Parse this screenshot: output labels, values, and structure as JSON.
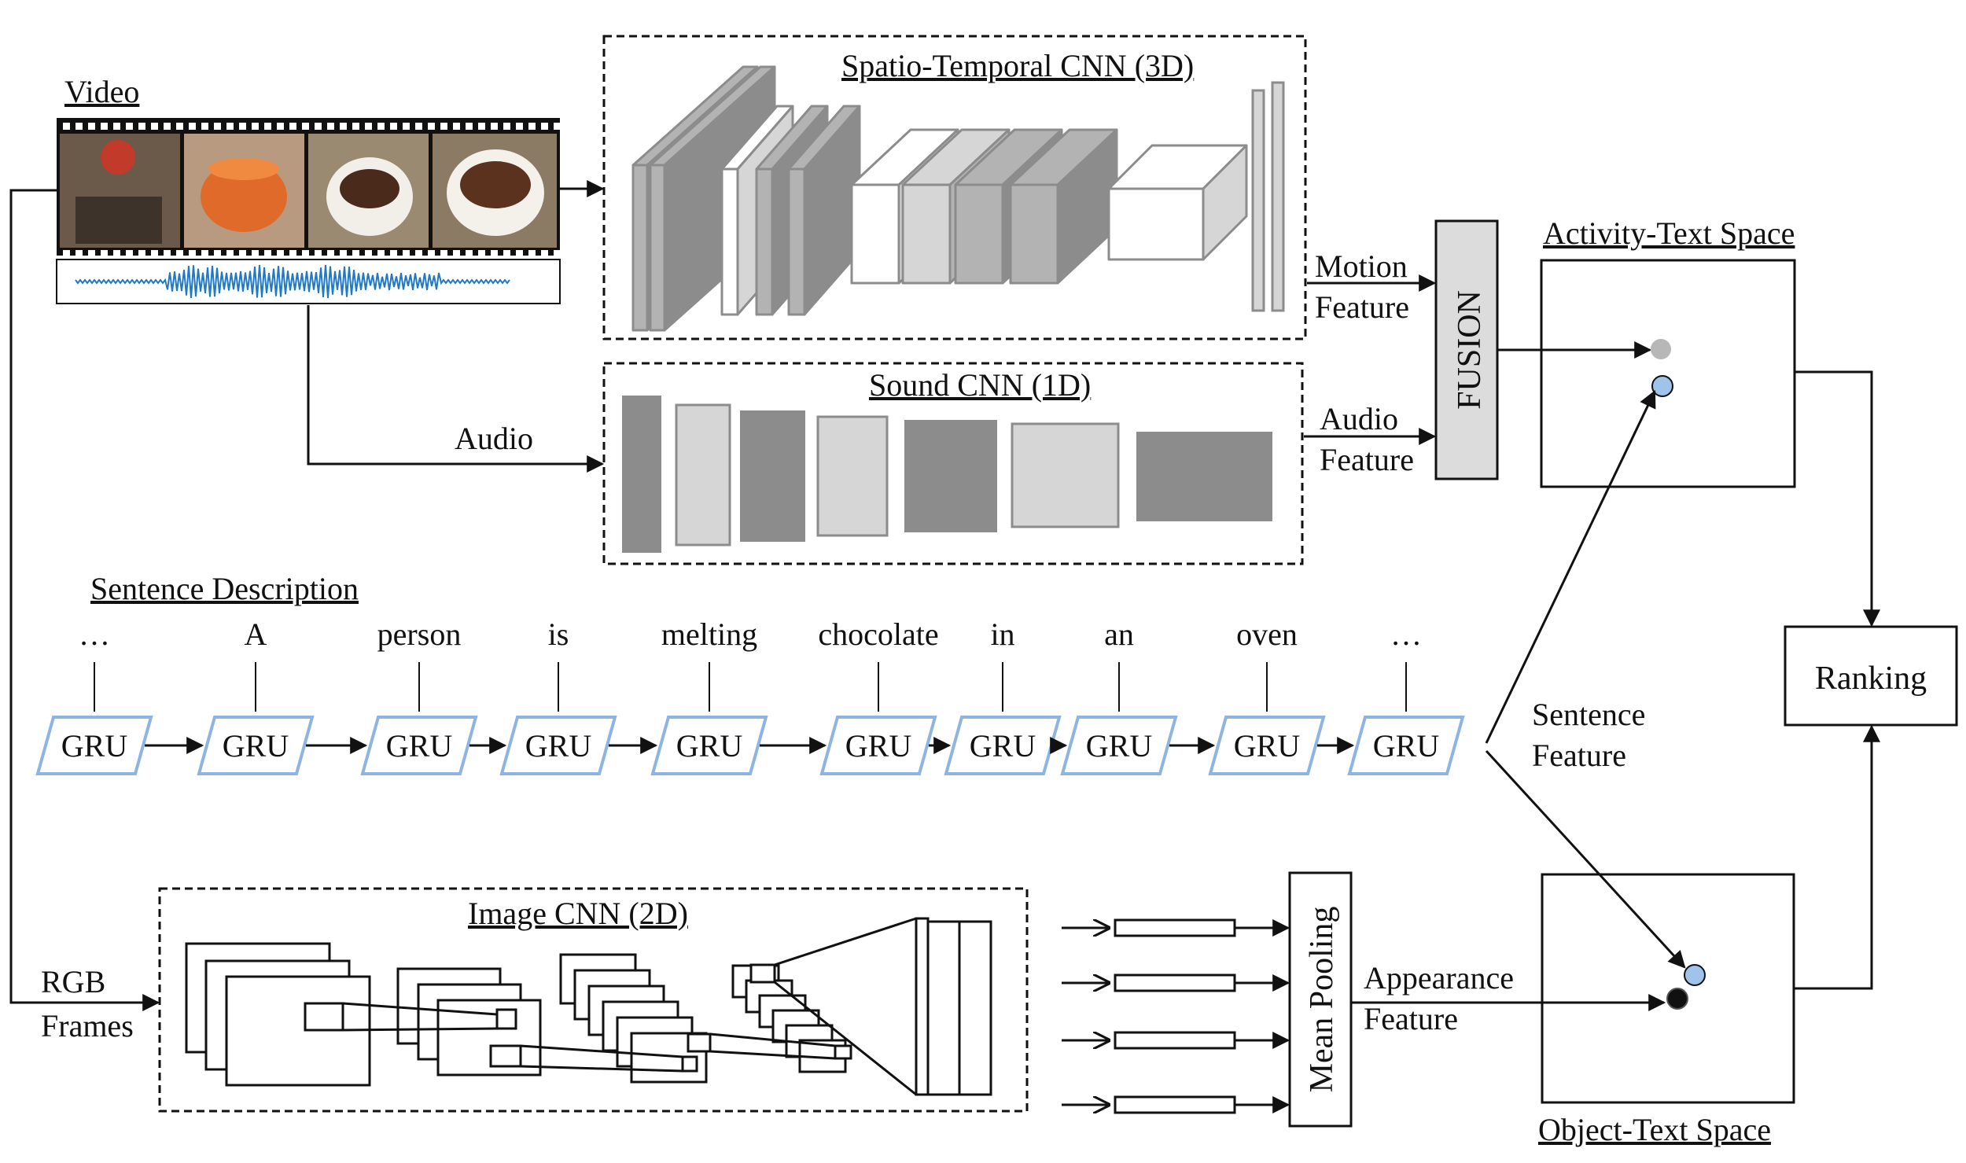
{
  "colors": {
    "line": "#111111",
    "gru_border": "#8db4e2",
    "dot_gray": "#b7b7b7",
    "dot_blue": "#9fc3ea",
    "dot_black": "#111111",
    "audio_wave": "#1f78c8",
    "layer_dark": "#8c8c8c",
    "layer_mid": "#b3b3b3",
    "layer_light": "#d6d6d6",
    "fusion_fill": "#dcdcdc"
  },
  "video": {
    "label": "Video",
    "frame_icons": [
      "pot-on-table-image",
      "orange-pot-image",
      "chocolate-bowl-image",
      "stirring-bowl-image"
    ]
  },
  "spatio_temporal_cnn": {
    "title": "Spatio-Temporal CNN (3D)"
  },
  "sound_cnn": {
    "title": "Sound CNN (1D)"
  },
  "image_cnn": {
    "title": "Image CNN (2D)"
  },
  "labels": {
    "audio": "Audio",
    "rgb_line1": "RGB",
    "rgb_line2": "Frames",
    "motion_line1": "Motion",
    "motion_line2": "Feature",
    "audio_feat_line1": "Audio",
    "audio_feat_line2": "Feature",
    "sentence_feat_line1": "Sentence",
    "sentence_feat_line2": "Feature",
    "appearance_line1": "Appearance",
    "appearance_line2": "Feature"
  },
  "fusion": {
    "label": "FUSION"
  },
  "activity_space": {
    "title": "Activity-Text Space"
  },
  "object_space": {
    "title": "Object-Text Space"
  },
  "ranking": {
    "label": "Ranking"
  },
  "mean_pooling": {
    "label": "Mean Pooling"
  },
  "sentence": {
    "title": "Sentence Description",
    "words": [
      "…",
      "A",
      "person",
      "is",
      "melting",
      "chocolate",
      "in",
      "an",
      "oven",
      "…"
    ],
    "gru_label": "GRU"
  }
}
